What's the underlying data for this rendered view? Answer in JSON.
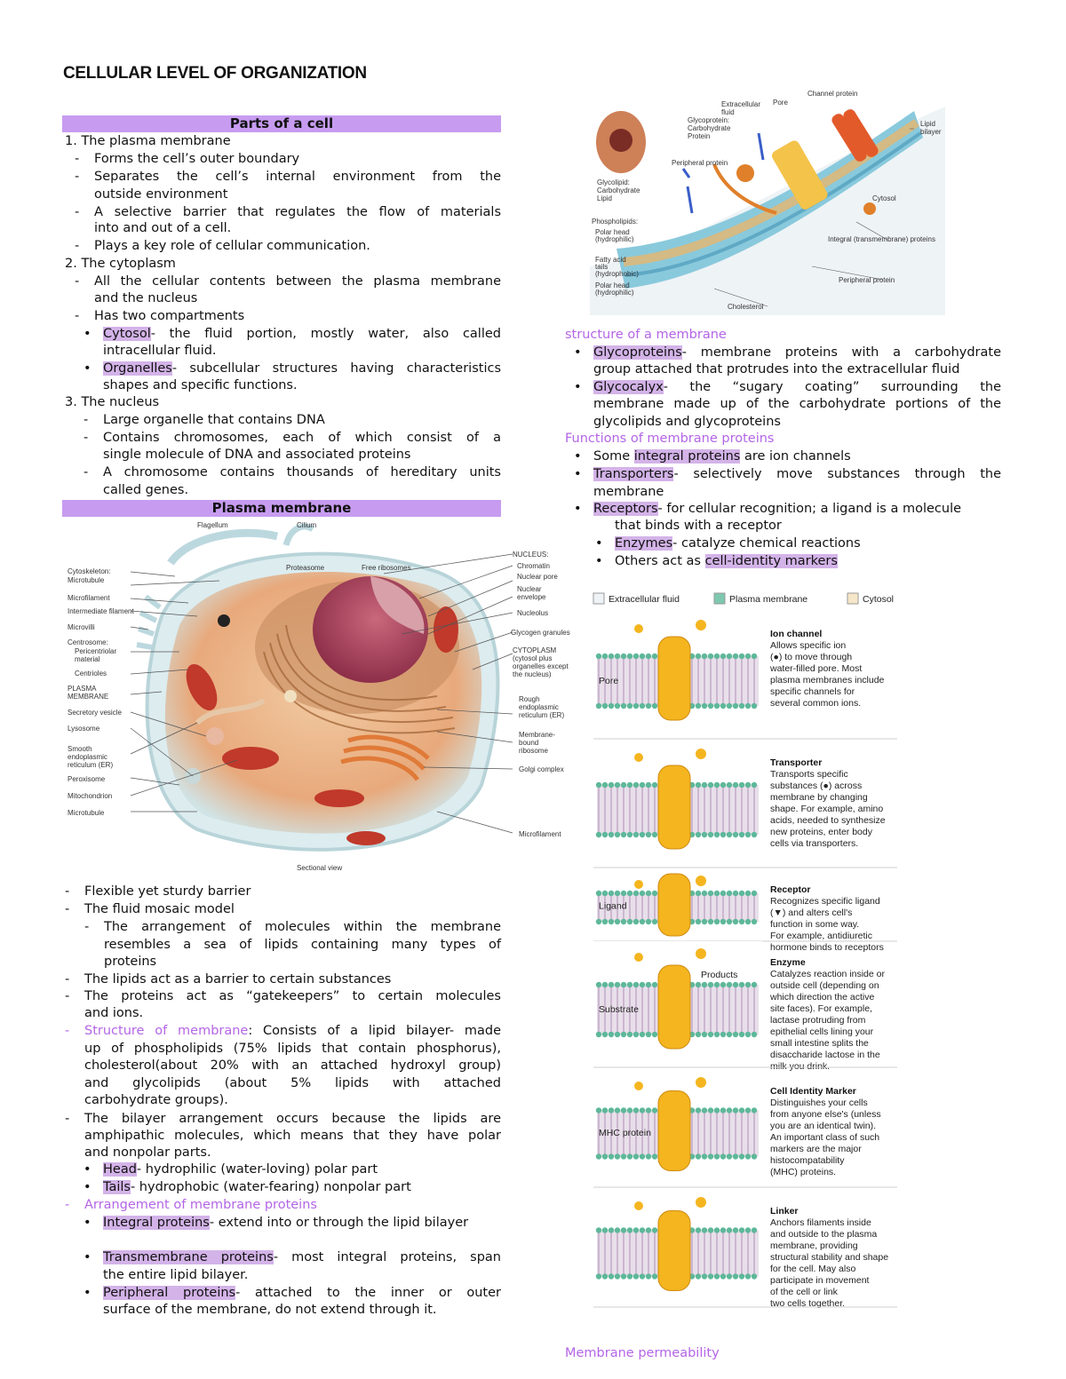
{
  "title": "CELLULAR LEVEL OF ORGANIZATION",
  "left": {
    "band1": "Parts of a cell",
    "band2": "Plasma membrane",
    "p1": "1. The plasma membrane",
    "p1a": "Forms the cell’s outer boundary",
    "p1b1": "Separates the cell’s internal environment from the",
    "p1b2": "outside environment",
    "p1c1": "A selective barrier that regulates the flow of materials",
    "p1c2": "into and out of a cell.",
    "p1d": "Plays a key role of cellular communication.",
    "p2": "2. The cytoplasm",
    "p2a1": "All the cellular contents between the plasma membrane",
    "p2a2": "and the nucleus",
    "p2b": "Has two compartments",
    "cytosol": "Cytosol",
    "cytosol_t1": "- the fluid portion, mostly water, also called",
    "cytosol_t2": "intracellular fluid.",
    "organelles": "Organelles",
    "organelles_t1": "- subcellular structures having characteristics",
    "organelles_t2": "shapes and specific functions.",
    "p3": "3. The nucleus",
    "p3a": "Large organelle that contains DNA",
    "p3b1": "Contains chromosomes, each of which consist of a",
    "p3b2": "single molecule of DNA and associated proteins",
    "p3c1": "A chromosome contains thousands of hereditary units",
    "p3c2": "called genes.",
    "m1": "Flexible yet sturdy barrier",
    "m2": "The fluid mosaic model",
    "m2a1": "The arrangement of molecules within the membrane",
    "m2a2": "resembles a sea of lipids containing many types of",
    "m2a3": "proteins",
    "m3": "The lipids act as a barrier to certain substances",
    "m4a": "The proteins act as “gatekeepers” to  certain molecules",
    "m4b": "and ions.",
    "m5_label": "Structure of membrane",
    "m5a": ": Consists of a lipid bilayer- made",
    "m5b": "up of phospholipids (75% lipids that contain phosphorus),",
    "m5c": "cholesterol(about 20% with an attached hydroxyl group)",
    "m5d": "and glycolipids (about 5% lipids with attached",
    "m5e": "carbohydrate groups).",
    "m6a": "The bilayer arrangement occurs because the lipids are",
    "m6b": "amphipathic molecules, which means that they have polar",
    "m6c": "and nonpolar parts.",
    "head": "Head",
    "head_t": "- hydrophilic (water-loving) polar part",
    "tails": "Tails",
    "tails_t": "- hydrophobic (water-fearing) nonpolar part",
    "arr": "Arrangement of membrane proteins",
    "integral": "Integral proteins",
    "integral_t": "- extend into or through the lipid bilayer",
    "trans": "Transmembrane proteins",
    "trans_t1": "- most integral proteins, span",
    "trans_t2": "the entire lipid bilayer.",
    "periph": "Peripheral proteins",
    "periph_t1": "- attached to the inner or outer",
    "periph_t2": "surface of the membrane, do not extend through it."
  },
  "right": {
    "sm": "structure of a membrane",
    "glyco": "Glycoproteins",
    "glyco_t1": "- membrane proteins with a carbohydrate",
    "glyco_t2": "group attached that protrudes into the extracellular fluid",
    "calyx": "Glycocalyx",
    "calyx_t1": "- the “sugary coating” surrounding the",
    "calyx_t2": "membrane made up of the carbohydrate portions of the",
    "calyx_t3": "glycolipids and glycoproteins",
    "fmp": "Functions of membrane proteins",
    "f1a": "Some ",
    "f1b": "integral proteins",
    "f1c": " are ion channels",
    "transp": "Transporters",
    "transp_t1": "- selectively move substances through the",
    "transp_t2": "membrane",
    "recep": "Receptors",
    "recep_t1": "- for cellular recognition; a ligand is a molecule",
    "recep_t2": "that binds with a receptor",
    "enz": "Enzymes",
    "enz_t": "- catalyze chemical reactions",
    "oth": "Others act as ",
    "cim": "cell-identity markers",
    "perm": "Membrane permeability"
  },
  "membrane_fig": {
    "labels": [
      "Channel protein",
      "Extracellular fluid",
      "Pore",
      "Glycoprotein: Carbohydrate Protein",
      "Peripheral protein",
      "Glycolipid: Carbohydrate Lipid",
      "Phospholipids:",
      "Polar head (hydrophilic)",
      "Fatty acid tails (hydrophobic)",
      "Polar head (hydrophilic)",
      "Lipid bilayer",
      "Cytosol",
      "Integral (transmembrane) proteins",
      "Peripheral protein",
      "Cholesterol"
    ]
  },
  "cell_fig": {
    "left_labels": [
      "Flagellum",
      "Cilium",
      "Cytoskeleton: Microtubule",
      "Microfilament",
      "Intermediate filament",
      "Microvilli",
      "Centrosome:",
      "Pericentriolar material",
      "Centrioles",
      "PLASMA MEMBRANE",
      "Secretory vesicle",
      "Lysosome",
      "Smooth endoplasmic reticulum (ER)",
      "Peroxisome",
      "Mitochondrion",
      "Microtubule"
    ],
    "right_labels": [
      "Proteasome",
      "Free ribosomes",
      "NUCLEUS:",
      "Chromatin",
      "Nuclear pore",
      "Nuclear envelope",
      "Nucleolus",
      "Glycogen granules",
      "CYTOPLASM (cytosol plus organelles except the nucleus)",
      "Rough endoplasmic reticulum (ER)",
      "Membrane-bound ribosome",
      "Golgi complex",
      "Microfilament"
    ],
    "caption": "Sectional view"
  },
  "proteins_fig": {
    "legend": [
      "Extracellular fluid",
      "Plasma membrane",
      "Cytosol"
    ],
    "legend_colors": [
      "#eef3f8",
      "#7fc8b0",
      "#f6e7c8"
    ],
    "panels": [
      {
        "title": "Ion channel",
        "lines": [
          "Allows specific ion",
          "(●) to move through",
          "water-filled pore. Most",
          "plasma membranes include",
          "specific channels for",
          "several common ions."
        ],
        "tag": "Pore"
      },
      {
        "title": "Transporter",
        "lines": [
          "Transports specific",
          "substances (●) across",
          "membrane by changing",
          "shape. For example, amino",
          "acids, needed to synthesize",
          "new proteins, enter body",
          "cells via transporters."
        ],
        "tag": ""
      },
      {
        "title": "Receptor",
        "lines": [
          "Recognizes specific ligand",
          "(▼) and alters cell's",
          "function in some way.",
          "For example, antidiuretic",
          "hormone binds to receptors"
        ],
        "tag": "Ligand"
      },
      {
        "title": "Enzyme",
        "lines": [
          "Catalyzes reaction inside or",
          "outside cell (depending on",
          "which direction the active",
          "site faces). For example,",
          "lactase protruding from",
          "epithelial cells lining your",
          "small intestine splits the",
          "disaccharide lactose in the",
          "milk you drink."
        ],
        "tag": "Substrate",
        "tag2": "Products"
      },
      {
        "title": "Cell Identity Marker",
        "lines": [
          "Distinguishes your cells",
          "from anyone else's (unless",
          "you are an identical twin).",
          "An important class of such",
          "markers are the major",
          "histocompatability",
          "(MHC) proteins."
        ],
        "tag": "MHC protein"
      },
      {
        "title": "Linker",
        "lines": [
          "Anchors filaments inside",
          "and outside to the plasma",
          "membrane, providing",
          "structural stability and shape",
          "for the cell. May also",
          "participate in movement",
          "of the cell or link",
          "two cells together."
        ],
        "tag": ""
      }
    ]
  }
}
